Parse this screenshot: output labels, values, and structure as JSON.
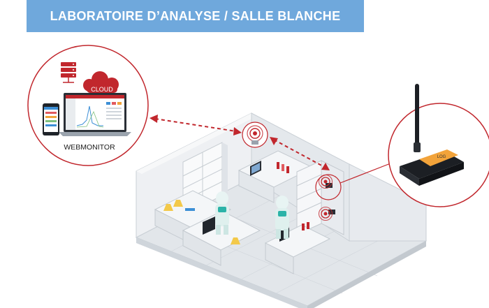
{
  "banner": {
    "title": "LABORATOIRE D’ANALYSE / SALLE BLANCHE"
  },
  "webmonitor": {
    "label": "WEBMONITOR",
    "cloud_label": "CLOUD"
  },
  "device": {
    "label": "LOG"
  },
  "colors": {
    "banner": "#6fa8dc",
    "accent_red": "#c1272d",
    "wall": "#e9ecf0",
    "floor": "#dde2e7",
    "device_orange": "#f2a33a",
    "suit_teal": "#2bb3a8"
  }
}
